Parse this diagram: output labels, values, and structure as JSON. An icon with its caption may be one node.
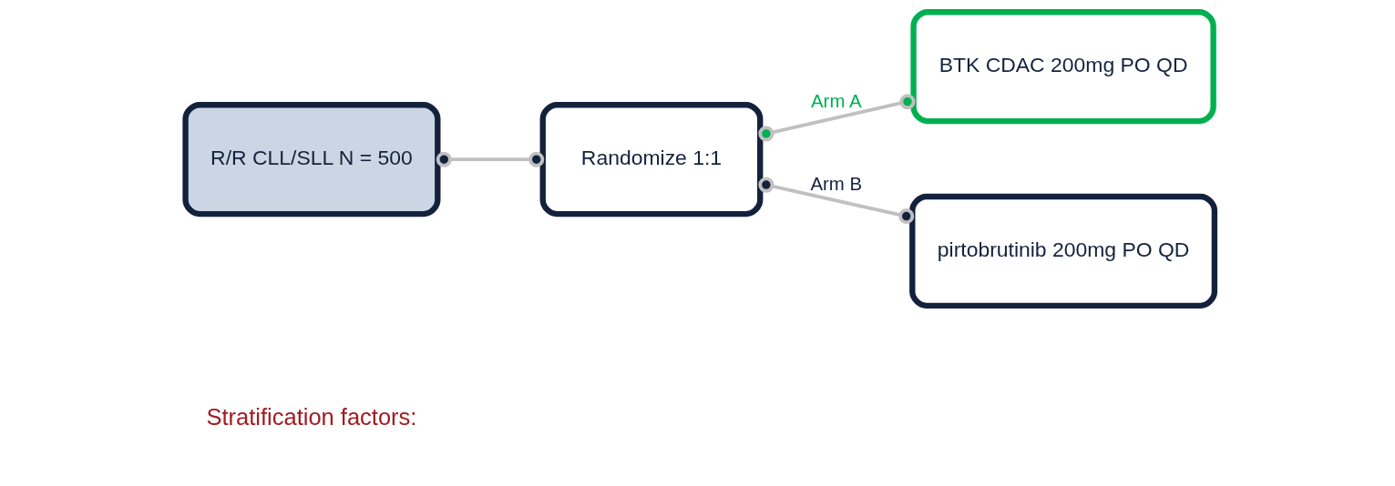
{
  "diagram": {
    "nodes": [
      {
        "text": [
          "R/R CLL/SLL N = 500"
        ]
      },
      {
        "text": [
          "Randomize 1:1"
        ]
      },
      {
        "text": [
          "BTK CDAC 200mg PO QD"
        ]
      },
      {
        "text": [
          "pirtobrutinib 200mg PO QD"
        ]
      }
    ],
    "edges": [
      {
        "from": 0,
        "to": 1,
        "arrow": "other"
      },
      {
        "from": 1,
        "to": 2,
        "arrow": "other",
        "label": "Arm A"
      },
      {
        "from": 1,
        "to": 3,
        "arrow": "other",
        "label": "Arm B"
      }
    ],
    "labels": [
      "Stratification factors:"
    ]
  }
}
